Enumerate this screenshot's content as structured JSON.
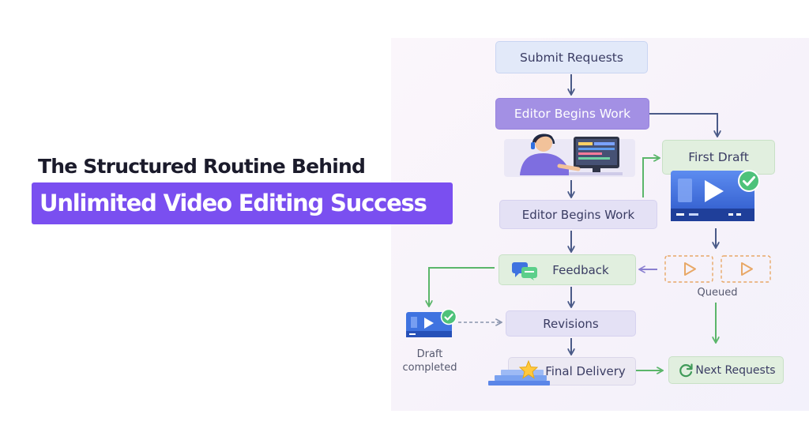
{
  "headline": {
    "line1": "The Structured Routine Behind",
    "line2": "Unlimited Video Editing Success"
  },
  "flow": {
    "submit_requests": "Submit Requests",
    "editor_begins_work_1": "Editor Begins Work",
    "first_draft": "First Draft",
    "editor_begins_work_2": "Editor Begins Work",
    "feedback": "Feedback",
    "queued": "Queued",
    "draft_completed_line1": "Draft",
    "draft_completed_line2": "completed",
    "revisions": "Revisions",
    "final_delivery": "Final Delivery",
    "next_requests": "Next Requests"
  },
  "colors": {
    "accent_purple": "#7a4ff0",
    "arrow_navy": "#4a5a88",
    "arrow_green": "#5bb66a",
    "check_green": "#4ec27a",
    "video_blue": "#3f73e0",
    "queued_orange": "#e8a867"
  },
  "icons": [
    "editor-person-illustration",
    "monitor-icon",
    "video-player-icon",
    "check-badge-icon",
    "chat-bubbles-icon",
    "play-icon",
    "star-icon",
    "refresh-icon",
    "stack-icon"
  ]
}
